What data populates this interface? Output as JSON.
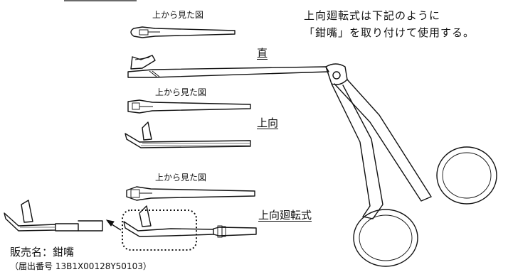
{
  "note": {
    "line1": "上向廻転式は下記のように",
    "line2": "「鉗嘴」を取り付けて使用する。"
  },
  "labels": {
    "top_view_1": "上から見た図",
    "top_view_2": "上から見た図",
    "top_view_3": "上から見た図",
    "straight": "直",
    "upward": "上向",
    "upward_rotating": "上向廻転式"
  },
  "product": {
    "name_line": "販売名：鉗嘴",
    "registration_line": "（届出番号 13B1X00128Y50103）"
  }
}
